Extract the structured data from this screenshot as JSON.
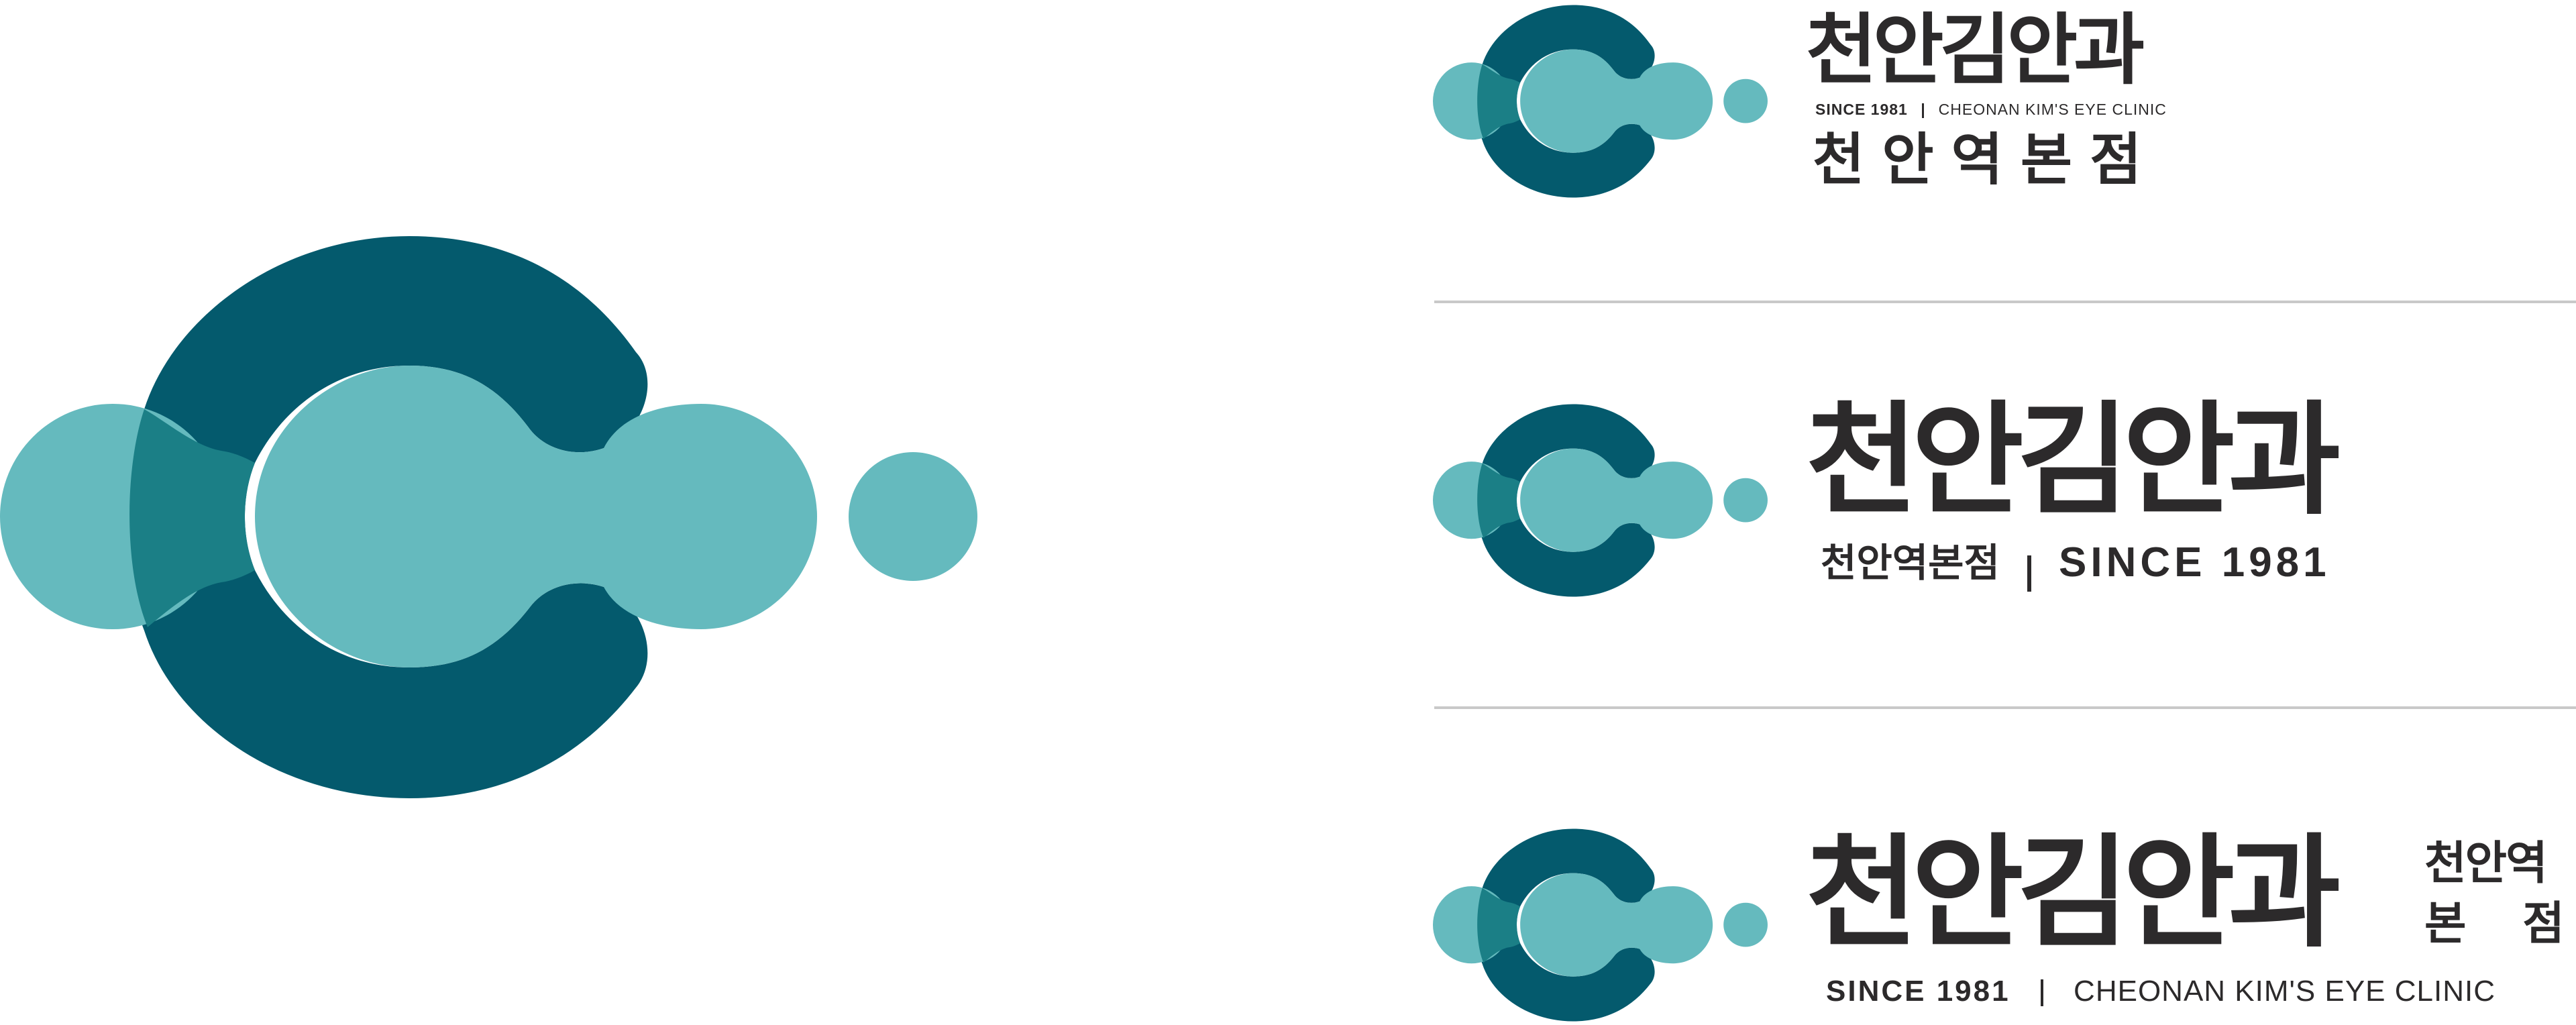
{
  "brand": {
    "name_ko": "천안김안과",
    "branch_ko": "천안역본점",
    "branch_ko_line1": "천안역",
    "branch_ko_line2": "본 점",
    "since": "SINCE 1981",
    "name_en": "CHEONAN KIM'S EYE CLINIC"
  },
  "colors": {
    "dark_teal": "#045a6d",
    "mid_teal": "#1b7f86",
    "light_teal": "#65babe",
    "text": "#2c2a2b",
    "divider": "#c9c9c9"
  }
}
